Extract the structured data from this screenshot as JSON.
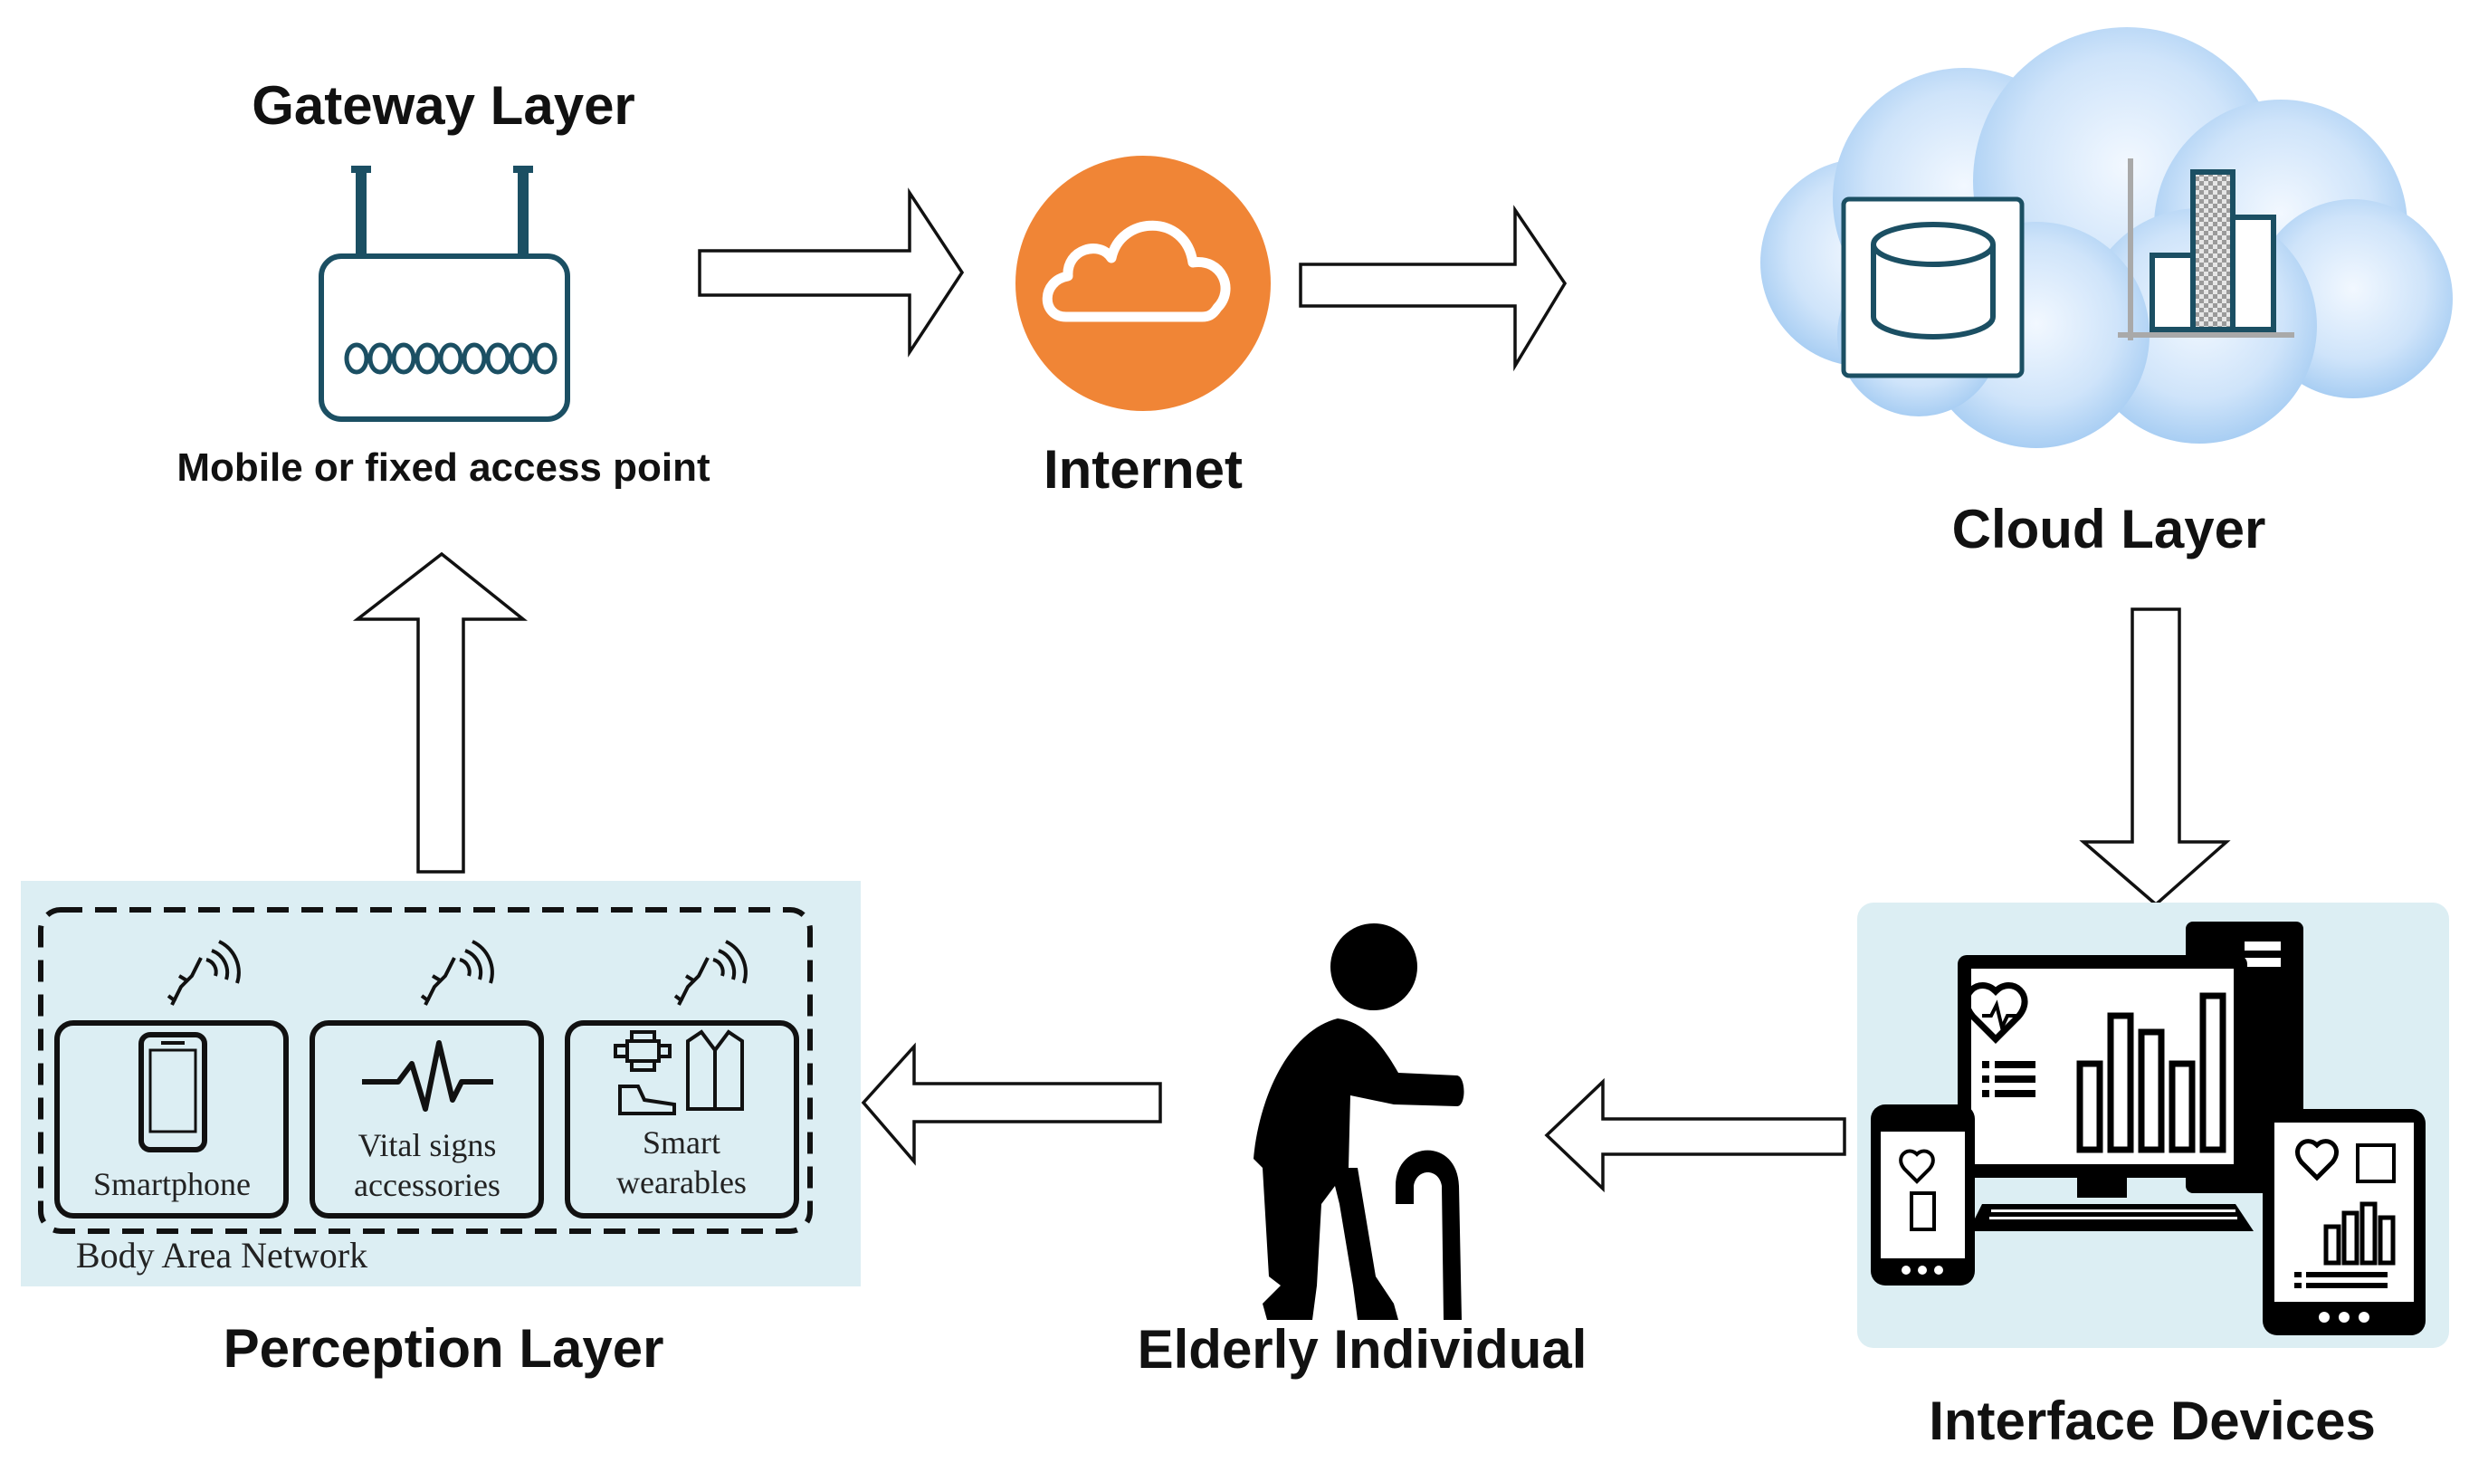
{
  "gateway": {
    "title": "Gateway Layer",
    "subtitle": "Mobile or fixed access point",
    "icon": "router-icon"
  },
  "internet": {
    "title": "Internet",
    "icon": "cloud-icon",
    "color": "#F08536"
  },
  "cloud": {
    "title": "Cloud Layer",
    "icons": [
      "database-icon",
      "bar-chart-icon"
    ],
    "color": "#9CC9F2"
  },
  "interface": {
    "title": "Interface Devices",
    "icons": [
      "desktop-computer-icon",
      "smartphone-icon",
      "tablet-icon"
    ],
    "panel_color": "#DCEEF3"
  },
  "elderly": {
    "title": "Elderly Individual",
    "icon": "elderly-person-with-cane-icon"
  },
  "perception": {
    "title": "Perception Layer",
    "network_label": "Body Area Network",
    "panel_color": "#DCEEF3",
    "devices": [
      {
        "label": "Smartphone",
        "icon": "smartphone-icon"
      },
      {
        "label": "Vital signs accessories",
        "icon": "heartbeat-icon"
      },
      {
        "label": "Smart wearables",
        "icon": "smartwatch-shoe-vest-icon"
      }
    ]
  }
}
